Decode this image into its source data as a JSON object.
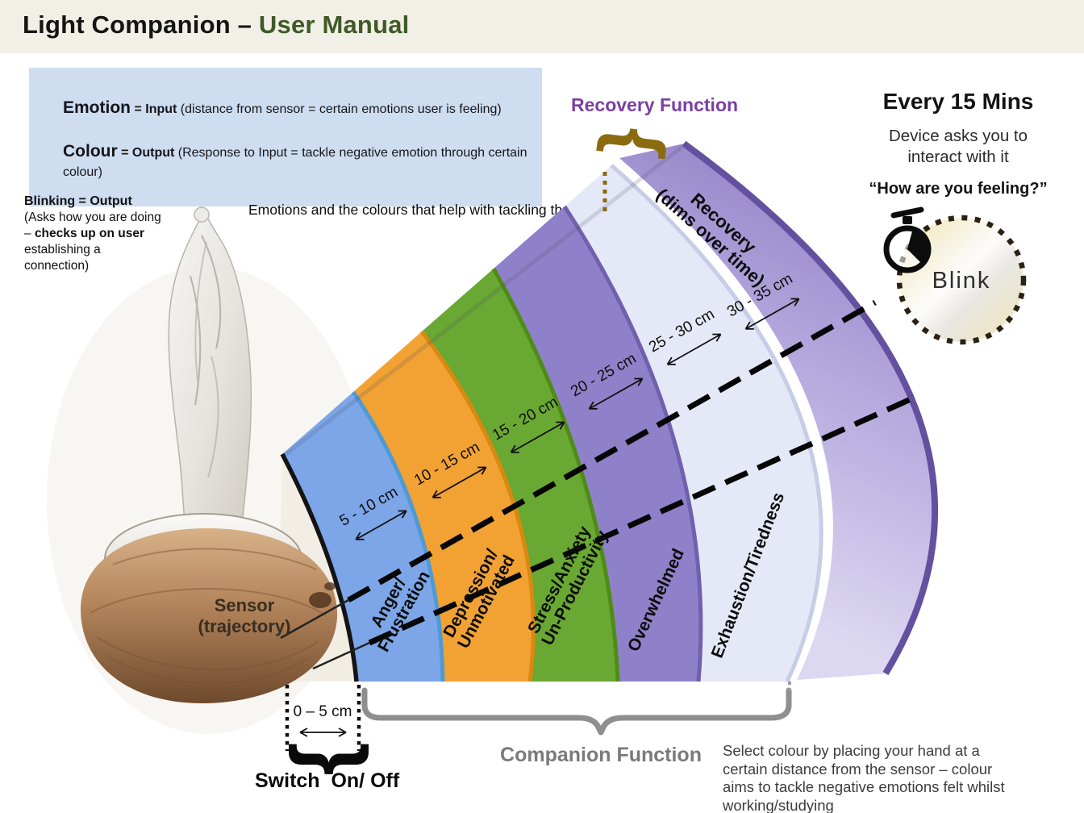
{
  "header": {
    "title_prefix": "Light Companion – ",
    "title_accent": "User Manual"
  },
  "legend_box": {
    "emotion_term": "Emotion",
    "emotion_equals": "= Input",
    "emotion_note": "  (distance from sensor = certain emotions user is feeling)",
    "colour_term": "Colour",
    "colour_equals": "= Output",
    "colour_note": " (Response to Input = tackle negative emotion through certain colour)"
  },
  "blinking_note": {
    "heading": "Blinking = Output",
    "seg1": "(Asks how you are doing – ",
    "seg2": "checks up on user",
    "seg3": " establishing a connection)"
  },
  "fan_caption": "Emotions and the colours that help with tackling them",
  "recovery": {
    "heading": "Recovery Function"
  },
  "reminder": {
    "heading": "Every 15 Mins",
    "line1": "Device asks you to",
    "line2": "interact with it",
    "question": "“How are you feeling?”",
    "blink_label": "Blink"
  },
  "sensor": {
    "line1": "Sensor",
    "line2": "(trajectory)"
  },
  "switch_zone": {
    "range_label": "0 – 5 cm",
    "label": "Switch  On/ Off"
  },
  "companion": {
    "label": "Companion Function",
    "description": "Select colour by placing your hand at a certain distance from the sensor – colour aims to tackle negative emotions felt whilst working/studying"
  },
  "bands": [
    {
      "label_line1": "Anger/",
      "label_line2": "Frustration",
      "range": "5 - 10 cm",
      "color": "#7CA6E8"
    },
    {
      "label_line1": "Depression/",
      "label_line2": "Unmotivated",
      "range": "10 - 15 cm",
      "color": "#F2A233"
    },
    {
      "label_line1": "Stress/Anxiety",
      "label_line2": "Un-Productivity",
      "range": "15 - 20 cm",
      "color": "#69A832"
    },
    {
      "label_line1": "Overwhelmed",
      "label_line2": "",
      "range": "20 - 25 cm",
      "color": "#8F81C9"
    },
    {
      "label_line1": "Exhaustion/Tiredness",
      "label_line2": "",
      "range": "25 - 30 cm",
      "color": "#E5E9F7"
    },
    {
      "label_line1": "Recovery",
      "label_line2": "(dims over time)",
      "range": "30 - 35 cm",
      "color": "#9B8CD0"
    }
  ],
  "decorations": {
    "brace": "{"
  },
  "colors": {
    "header_bg": "#F2EFE6",
    "accent_green": "#3E5A27",
    "accent_purple": "#7B3FA3",
    "legend_bg": "#CEDDF0",
    "gold": "#8A6B10",
    "bracket_gray": "#8A8A8A",
    "ivory": "#F1EDE2"
  }
}
